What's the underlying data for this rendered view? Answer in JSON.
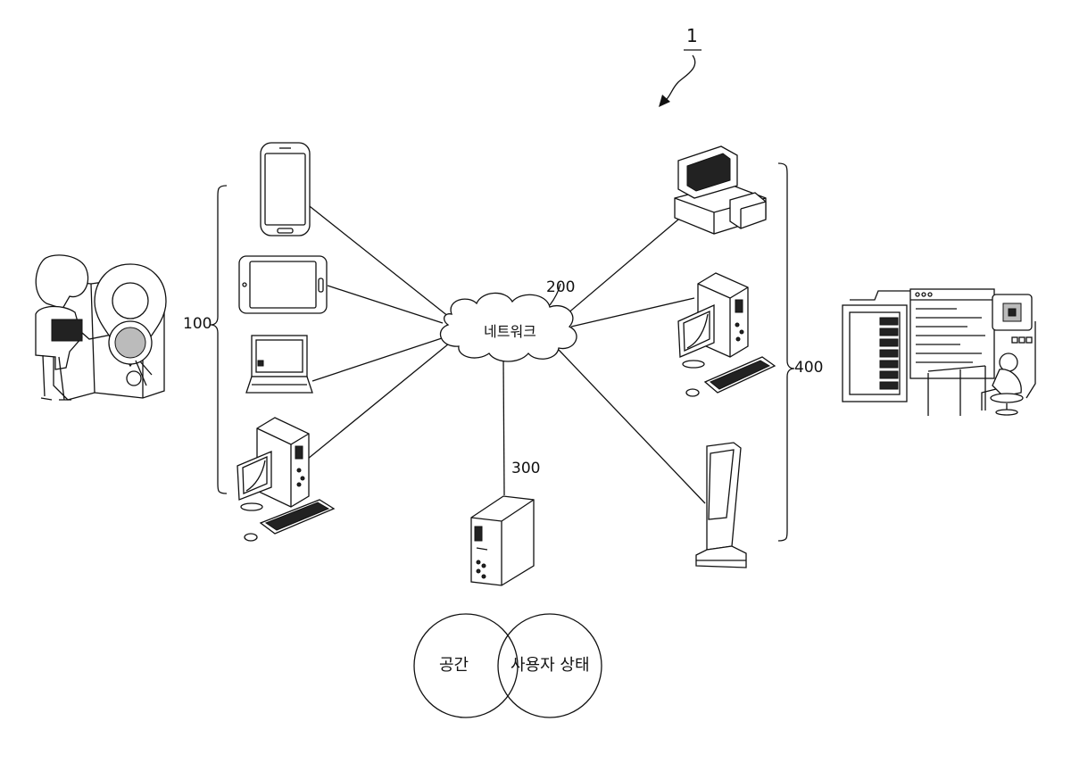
{
  "labels": {
    "system": "1",
    "user_group": "100",
    "network_ref": "200",
    "network": "네트워크",
    "server": "300",
    "provider_group": "400"
  },
  "venn": {
    "left": "공간",
    "right": "사용자 상태"
  },
  "icons": {
    "user_devices": [
      "smartphone-icon",
      "tablet-icon",
      "laptop-icon",
      "desktop-computer-icon"
    ],
    "provider_devices": [
      "pos-terminal-icon",
      "desktop-computer-icon",
      "kiosk-icon"
    ],
    "left_illustration": "person-with-map-location-pin",
    "right_illustration": "operator-at-server-dashboard",
    "server": "tower-server-icon",
    "network": "cloud-icon"
  }
}
